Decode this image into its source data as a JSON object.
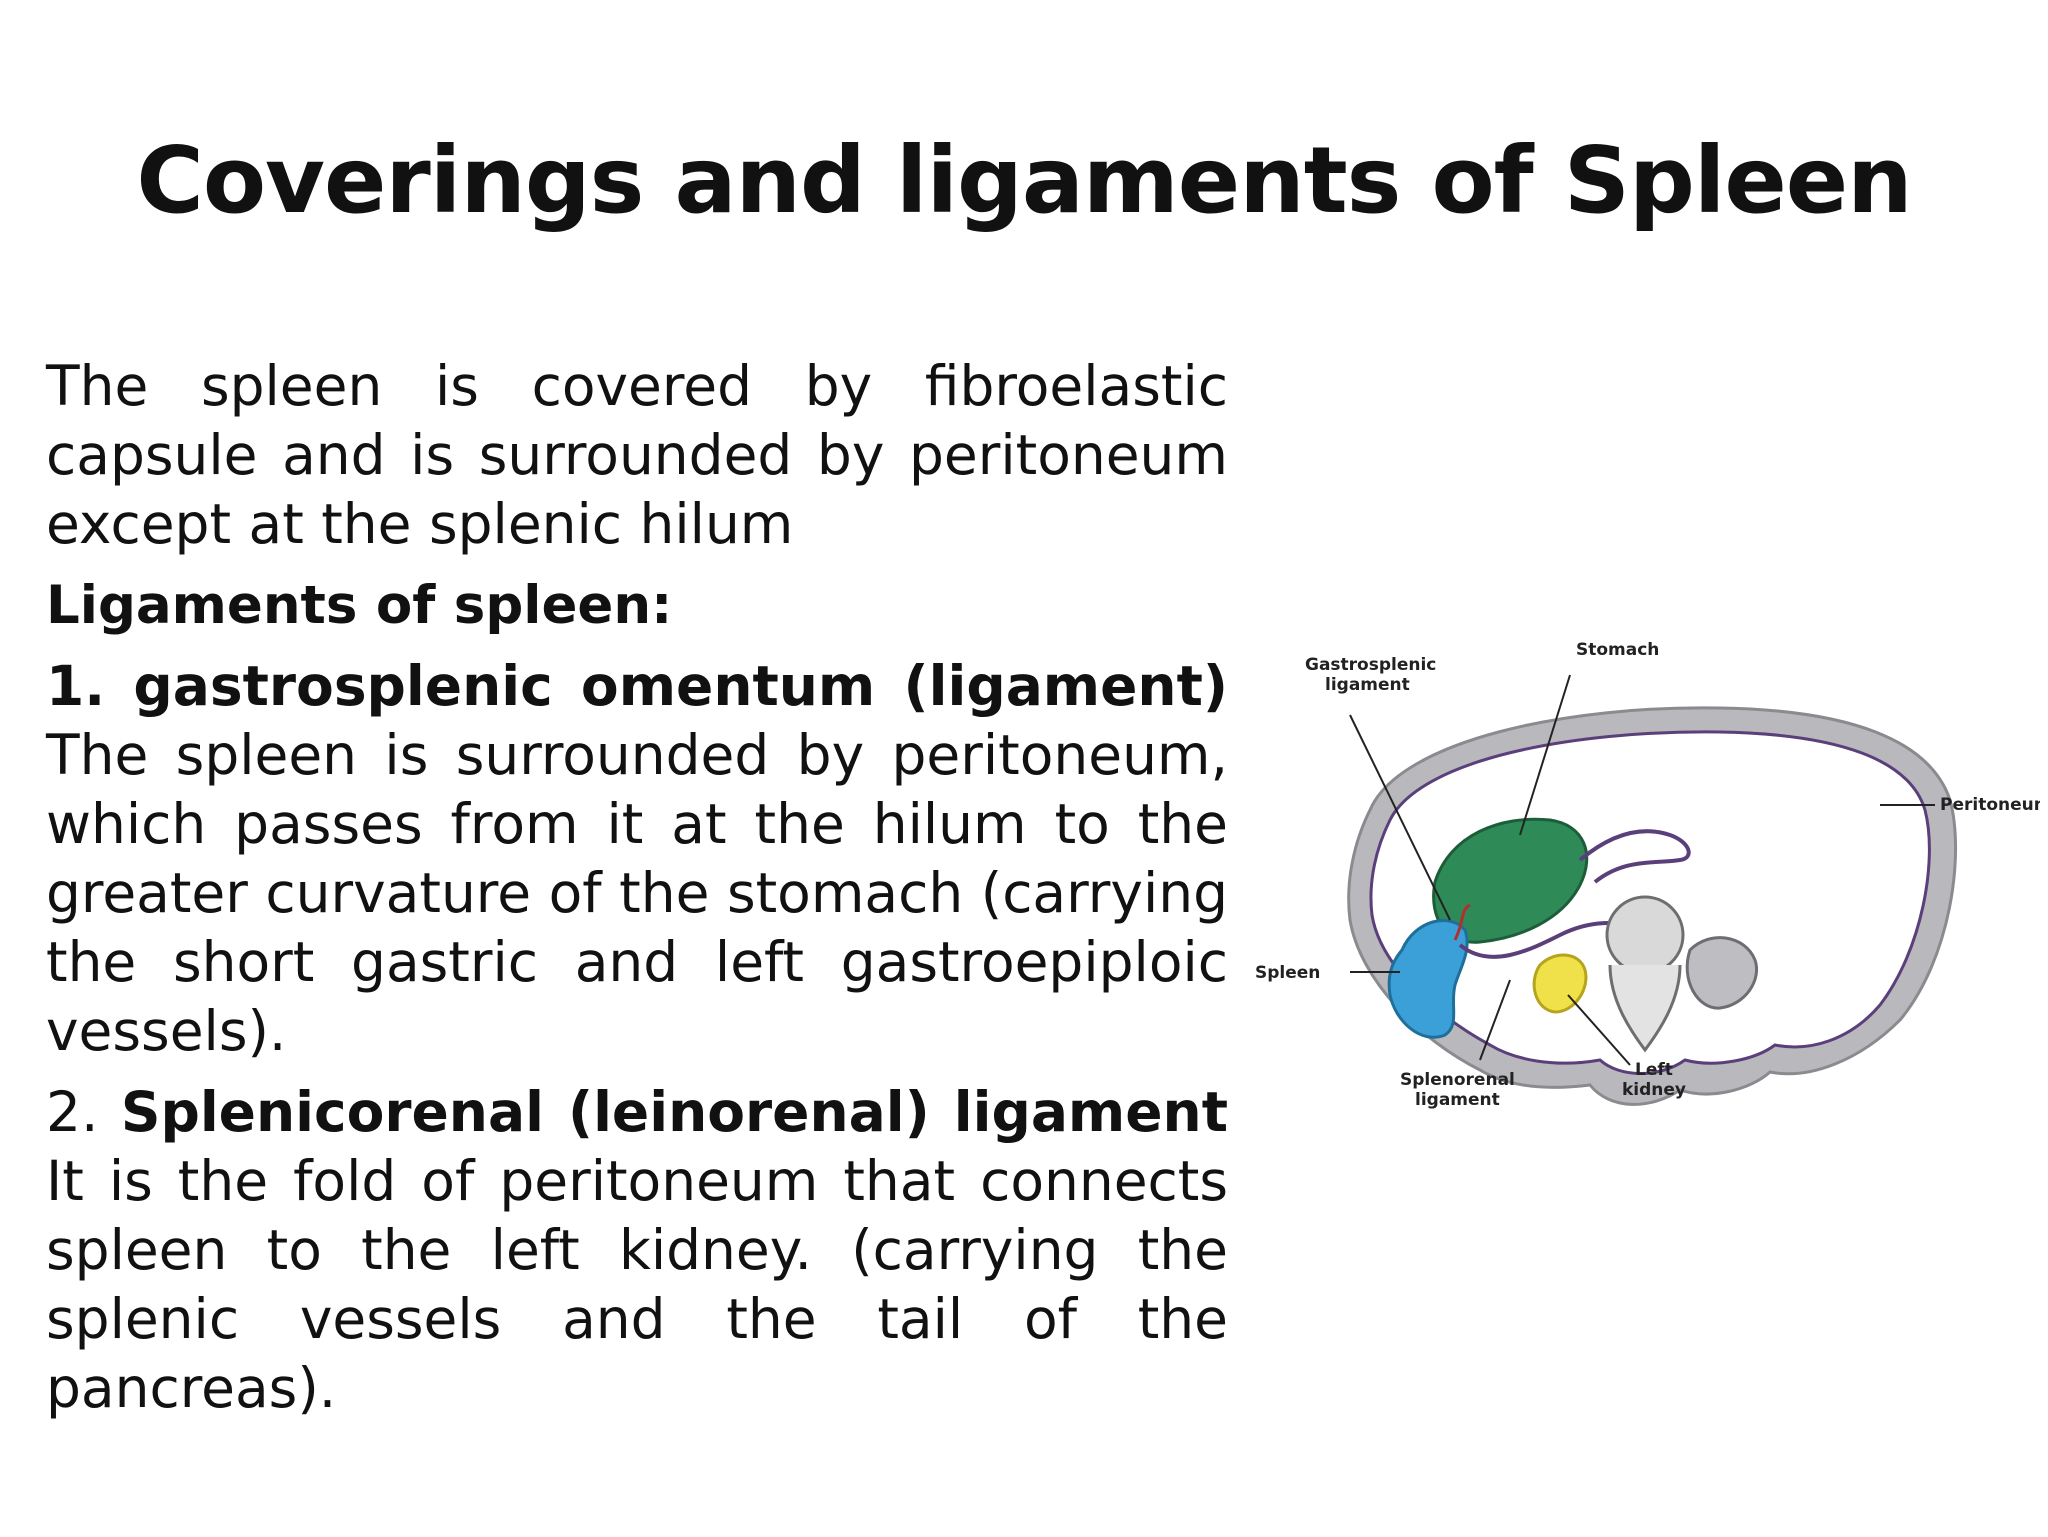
{
  "title": "Coverings  and ligaments of Spleen",
  "intro": "The spleen is covered by fibroelastic capsule and is surrounded by peritoneum except at the splenic hilum",
  "ligaments_heading": "Ligaments of spleen:",
  "ligament1": {
    "heading": "1. gastrosplenic omentum (ligament)",
    "text": "The spleen is surrounded by peritoneum, which passes from it at the hilum to the greater curvature of the stomach (carrying the short gastric and left gastroepiploic vessels)."
  },
  "ligament2": {
    "number": "2.",
    "heading": "Splenicorenal (leinorenal) ligament",
    "text": "It is the fold of peritoneum that connects spleen to the left kidney. (carrying the splenic vessels and the tail of the pancreas)."
  },
  "diagram": {
    "labels": {
      "gastrosplenic_1": "Gastrosplenic",
      "gastrosplenic_2": "ligament",
      "stomach": "Stomach",
      "peritoneum": "Peritoneum",
      "spleen": "Spleen",
      "splenorenal_1": "Splenorenal",
      "splenorenal_2": "ligament",
      "left_kidney_1": "Left",
      "left_kidney_2": "kidney"
    },
    "colors": {
      "stomach": "#2e8b57",
      "spleen": "#3ca0d8",
      "kidney": "#f0e04a",
      "cavity_wall": "#b9b9bd",
      "peritoneum_line": "#5a3f7a"
    }
  }
}
